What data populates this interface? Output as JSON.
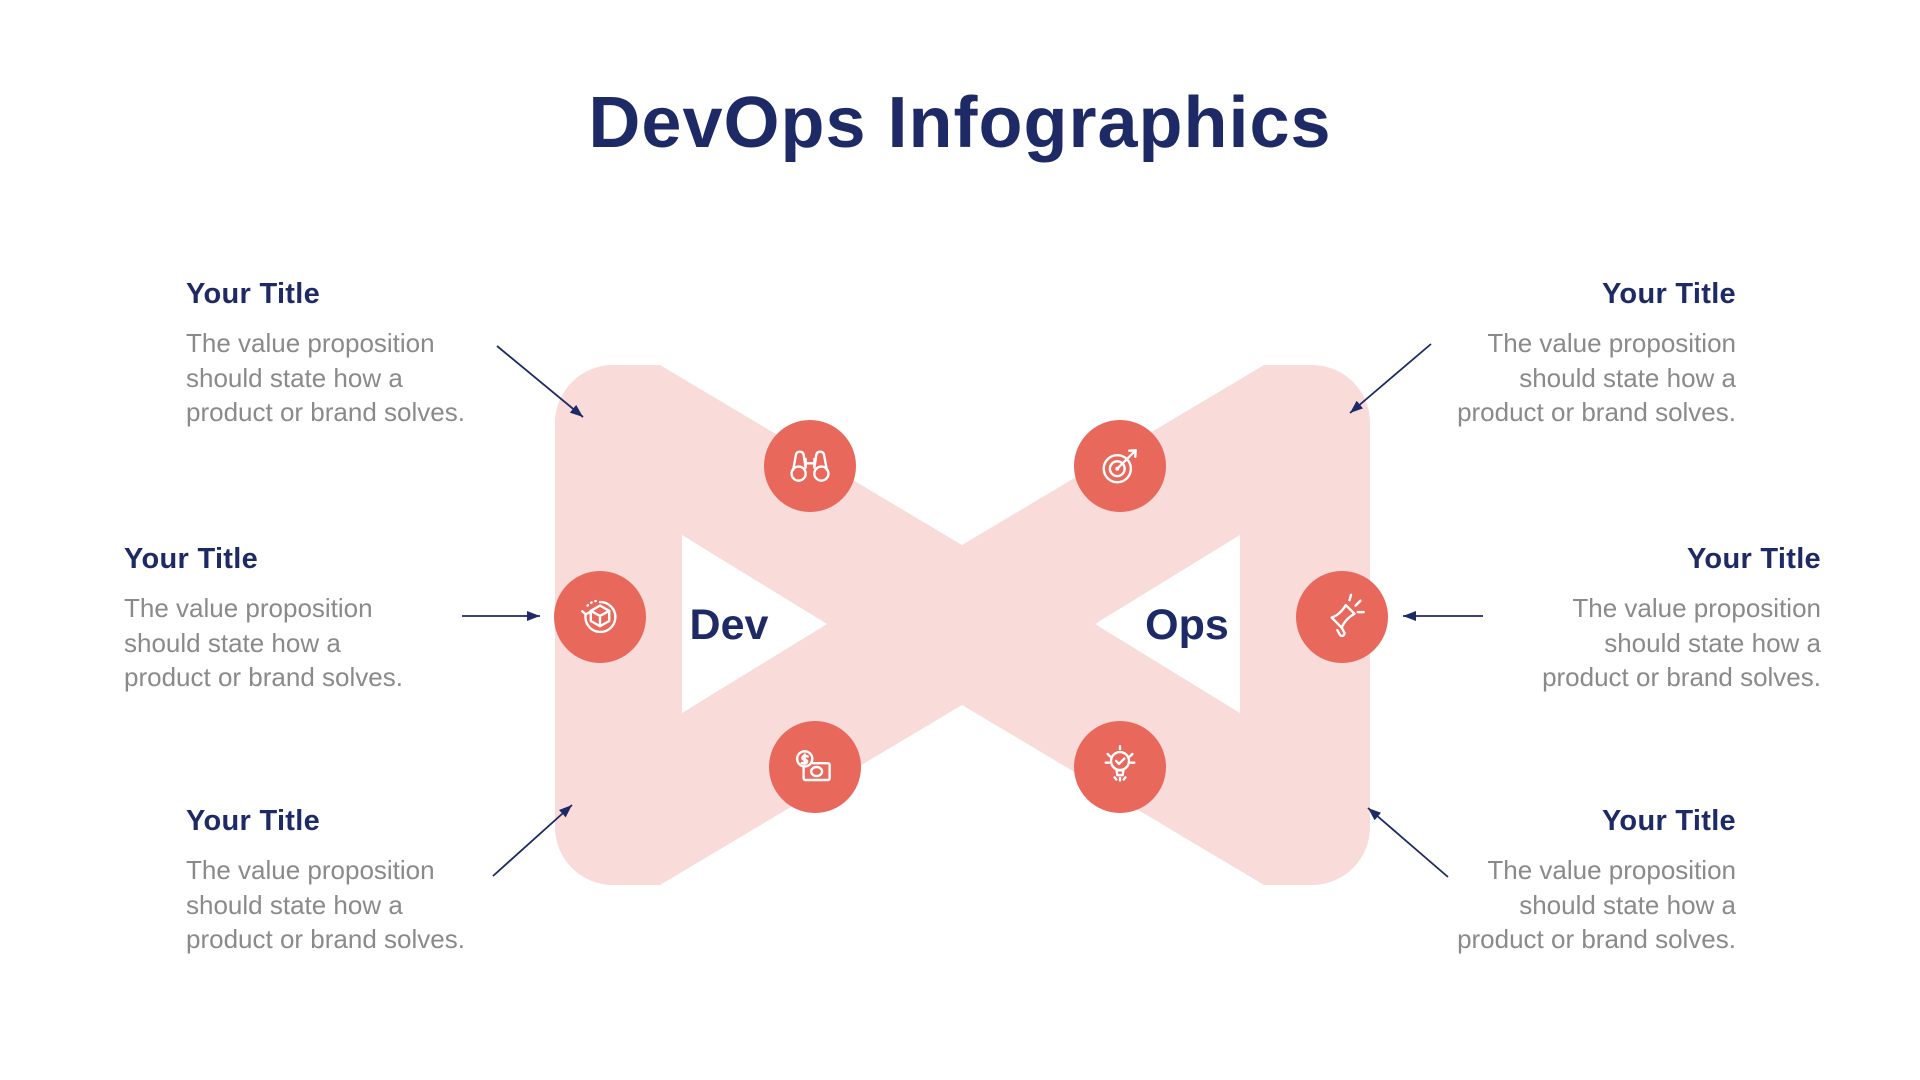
{
  "header": {
    "title": "DevOps Infographics"
  },
  "center": {
    "dev_label": "Dev",
    "ops_label": "Ops"
  },
  "blocks": [
    {
      "position": "top-left",
      "title": "Your Title",
      "body": [
        "The value proposition",
        "should state how a",
        "product or brand solves."
      ]
    },
    {
      "position": "middle-left",
      "title": "Your Title",
      "body": [
        "The value proposition",
        "should state how a",
        "product or brand solves."
      ]
    },
    {
      "position": "bottom-left",
      "title": "Your Title",
      "body": [
        "The value proposition",
        "should state how a",
        "product or brand solves."
      ]
    },
    {
      "position": "top-right",
      "title": "Your Title",
      "body": [
        "The value proposition",
        "should state how a",
        "product or brand solves."
      ]
    },
    {
      "position": "middle-right",
      "title": "Your Title",
      "body": [
        "The value proposition",
        "should state how a",
        "product or brand solves."
      ]
    },
    {
      "position": "bottom-right",
      "title": "Your Title",
      "body": [
        "The value proposition",
        "should state how a",
        "product or brand solves."
      ]
    }
  ],
  "icons": [
    "binoculars-icon",
    "target-dart-icon",
    "package-cycle-icon",
    "megaphone-icon",
    "money-banknote-coin-icon",
    "idea-bulb-gear-icon"
  ],
  "colors": {
    "navy": "#1E2A66",
    "coral": "#E8685C",
    "pink": "#F9DBDA",
    "gray": "#8A8A8A",
    "background": "#FFFFFF"
  }
}
